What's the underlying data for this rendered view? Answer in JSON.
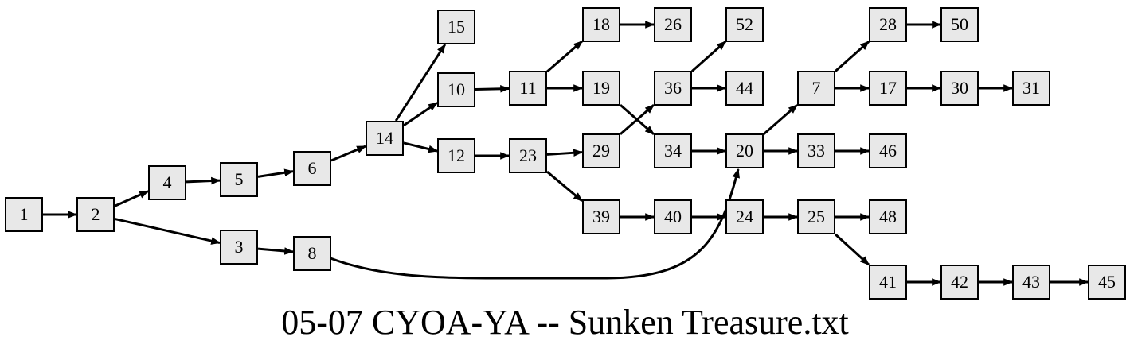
{
  "title": "05-07 CYOA-YA -- Sunken Treasure.txt",
  "node_fill": "#e8e8e8",
  "nodes": [
    "1",
    "2",
    "3",
    "4",
    "5",
    "6",
    "7",
    "8",
    "10",
    "11",
    "12",
    "14",
    "15",
    "17",
    "18",
    "19",
    "20",
    "23",
    "24",
    "25",
    "26",
    "28",
    "29",
    "30",
    "31",
    "33",
    "34",
    "36",
    "39",
    "40",
    "41",
    "42",
    "43",
    "44",
    "45",
    "46",
    "48",
    "50",
    "52"
  ],
  "edges": [
    [
      "1",
      "2"
    ],
    [
      "2",
      "4"
    ],
    [
      "2",
      "3"
    ],
    [
      "4",
      "5"
    ],
    [
      "5",
      "6"
    ],
    [
      "6",
      "14"
    ],
    [
      "14",
      "15"
    ],
    [
      "14",
      "10"
    ],
    [
      "14",
      "12"
    ],
    [
      "10",
      "11"
    ],
    [
      "11",
      "18"
    ],
    [
      "11",
      "19"
    ],
    [
      "18",
      "26"
    ],
    [
      "19",
      "34"
    ],
    [
      "12",
      "23"
    ],
    [
      "23",
      "29"
    ],
    [
      "23",
      "39"
    ],
    [
      "29",
      "36"
    ],
    [
      "36",
      "52"
    ],
    [
      "36",
      "44"
    ],
    [
      "34",
      "20"
    ],
    [
      "39",
      "40"
    ],
    [
      "40",
      "24"
    ],
    [
      "3",
      "8"
    ],
    [
      "8",
      "20"
    ],
    [
      "20",
      "7"
    ],
    [
      "20",
      "33"
    ],
    [
      "7",
      "28"
    ],
    [
      "7",
      "17"
    ],
    [
      "28",
      "50"
    ],
    [
      "17",
      "30"
    ],
    [
      "30",
      "31"
    ],
    [
      "33",
      "46"
    ],
    [
      "24",
      "25"
    ],
    [
      "25",
      "48"
    ],
    [
      "25",
      "41"
    ],
    [
      "41",
      "42"
    ],
    [
      "42",
      "43"
    ],
    [
      "43",
      "45"
    ]
  ]
}
